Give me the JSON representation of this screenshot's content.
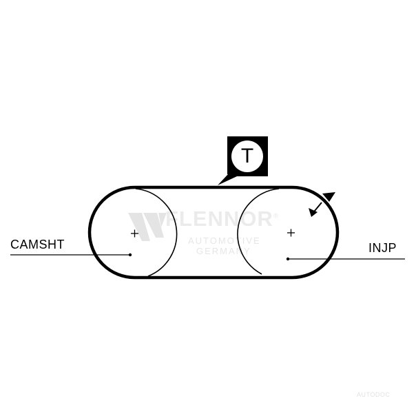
{
  "labels": {
    "left_pulley": "CAMSHT",
    "right_pulley": "INJP",
    "tensioner": "T"
  },
  "watermark": {
    "brand": "FLENNOR",
    "registered_mark": "®",
    "line1": "AUTOMOTIVE",
    "line2": "GERMANY",
    "corner": "AUTODOC"
  },
  "icons": {
    "rotation_arrows": "rotation-arrow-icon",
    "pulley_centers": "crosshair-icon",
    "brand_logo": "flennor-logo-icon"
  },
  "colors": {
    "line": "#000000",
    "background": "#ffffff",
    "watermark": "#d9d9d9"
  }
}
